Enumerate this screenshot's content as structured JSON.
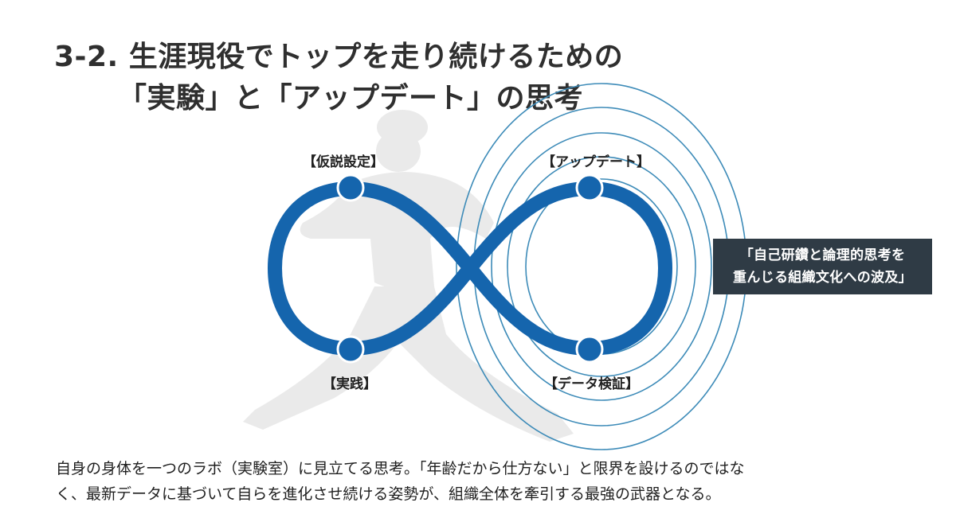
{
  "title": {
    "line1": "3-2. 生涯現役でトップを走り続けるための",
    "line2": "「実験」と「アップデート」の思考"
  },
  "diagram": {
    "nodes": {
      "hypothesis": "【仮説設定】",
      "update": "【アップデート】",
      "practice": "【実践】",
      "verification": "【データ検証】"
    },
    "callout": {
      "line1": "「自己研鑽と論理的思考を",
      "line2": "重んじる組織文化への波及」"
    },
    "colors": {
      "loop": "#1565ad",
      "node": "#1565ad",
      "ripple": "#3d8bb8",
      "callout_bg": "#2f3b45"
    },
    "ripple_count": 5
  },
  "caption": {
    "line1": "自身の身体を一つのラボ（実験室）に見立てる思考。「年齢だから仕方ない」と限界を設けるのではな",
    "line2": "く、最新データに基づいて自らを進化させ続ける姿勢が、組織全体を牽引する最強の武器となる。"
  }
}
